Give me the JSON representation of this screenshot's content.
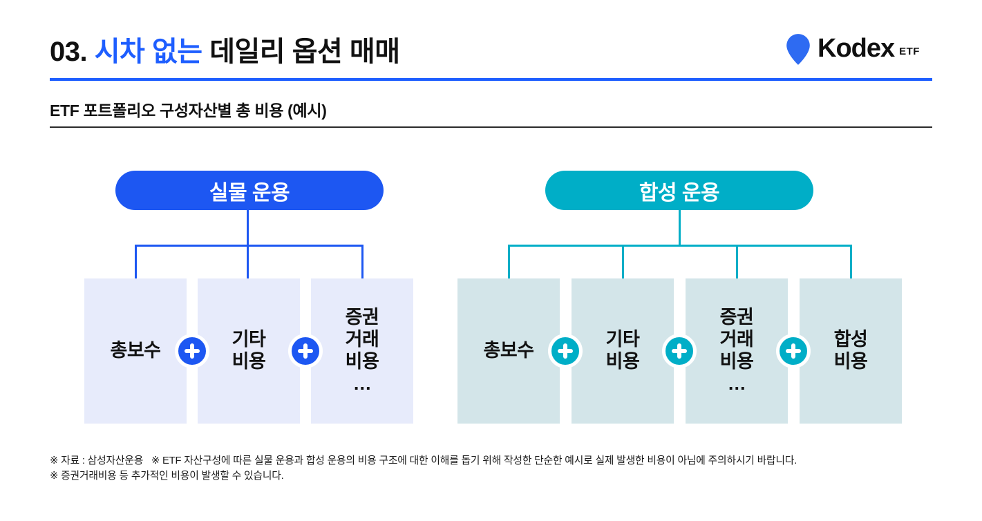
{
  "header": {
    "title": {
      "prefix": "03.",
      "highlight": "시차 없는",
      "rest": "데일리 옵션 매매"
    },
    "logo": {
      "brand": "Kodex",
      "suffix": "ETF",
      "pin_icon": "location-pin-icon"
    }
  },
  "section": {
    "heading": "ETF 포트폴리오 구성자산별 총 비용 (예시)"
  },
  "colors": {
    "accent_blue": "#1E5EFF",
    "pill_blue": "#1D57F2",
    "pill_teal": "#00AEC7",
    "box_blue_bg": "#E7EBFB",
    "box_teal_bg": "#D3E5E9"
  },
  "diagram": {
    "plus_icon": "plus-icon",
    "left": {
      "title": "실물 운용",
      "items": [
        {
          "lines": [
            "총보수"
          ]
        },
        {
          "lines": [
            "기타",
            "비용"
          ]
        },
        {
          "lines": [
            "증권",
            "거래",
            "비용",
            "…"
          ]
        }
      ]
    },
    "right": {
      "title": "합성 운용",
      "items": [
        {
          "lines": [
            "총보수"
          ]
        },
        {
          "lines": [
            "기타",
            "비용"
          ]
        },
        {
          "lines": [
            "증권",
            "거래",
            "비용",
            "…"
          ]
        },
        {
          "lines": [
            "합성",
            "비용"
          ]
        }
      ]
    }
  },
  "footnotes": [
    "※ 자료 : 삼성자산운용   ※ ETF 자산구성에 따른 실물 운용과 합성 운용의 비용 구조에 대한 이해를 돕기 위해 작성한 단순한 예시로 실제 발생한 비용이 아님에 주의하시기 바랍니다.",
    "※ 증권거래비용 등 추가적인 비용이 발생할 수 있습니다."
  ]
}
